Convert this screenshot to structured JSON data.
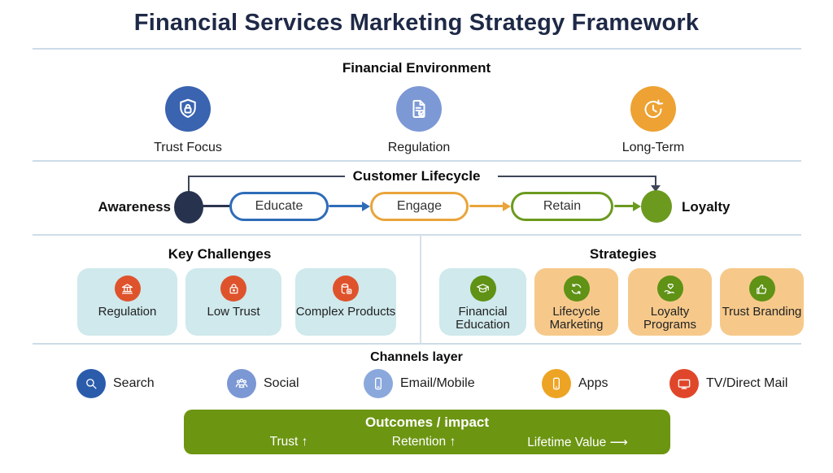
{
  "title": "Financial Services Marketing Strategy Framework",
  "palette": {
    "title_navy": "#1e2947",
    "divider": "#ccdce8",
    "blue": "#2e6cb8",
    "light_blue": "#7d99d5",
    "orange": "#eda233",
    "red_orange": "#df532c",
    "green": "#6b9a1f",
    "olive_bar": "#6c9512",
    "cyan_card": "#cfe9ec",
    "orange_card": "#f6c98b"
  },
  "environment": {
    "heading": "Financial Environment",
    "items": [
      {
        "label": "Trust Focus",
        "icon": "shield-lock-icon",
        "color": "#3a63b0"
      },
      {
        "label": "Regulation",
        "icon": "document-check-icon",
        "color": "#7d99d5"
      },
      {
        "label": "Long-Term",
        "icon": "clock-history-icon",
        "color": "#eda233"
      }
    ]
  },
  "lifecycle": {
    "heading": "Customer Lifecycle",
    "start_label": "Awareness",
    "end_label": "Loyalty",
    "stages": [
      {
        "label": "Educate",
        "color": "#2e6cb8"
      },
      {
        "label": "Engage",
        "color": "#eaa43b"
      },
      {
        "label": "Retain",
        "color": "#6b9a1f"
      }
    ]
  },
  "challenges": {
    "heading": "Key Challenges",
    "items": [
      {
        "label": "Regulation",
        "icon": "bank-icon"
      },
      {
        "label": "Low Trust",
        "icon": "lock-icon"
      },
      {
        "label": "Complex Products",
        "icon": "products-box-icon"
      }
    ]
  },
  "strategies": {
    "heading": "Strategies",
    "items": [
      {
        "label": "Financial Education",
        "icon": "graduation-cap-icon"
      },
      {
        "label": "Lifecycle Marketing",
        "icon": "refresh-icon"
      },
      {
        "label": "Loyalty Programs",
        "icon": "hand-heart-icon"
      },
      {
        "label": "Trust Branding",
        "icon": "thumbs-up-icon"
      }
    ]
  },
  "channels": {
    "heading": "Channels layer",
    "items": [
      {
        "label": "Search",
        "icon": "search-icon",
        "color": "#2b5cab"
      },
      {
        "label": "Social",
        "icon": "people-icon",
        "color": "#7b97d4"
      },
      {
        "label": "Email/Mobile",
        "icon": "mobile-icon",
        "color": "#8aa8dc"
      },
      {
        "label": "Apps",
        "icon": "app-phone-icon",
        "color": "#eda424"
      },
      {
        "label": "TV/Direct Mail",
        "icon": "tv-icon",
        "color": "#e0472a"
      }
    ]
  },
  "outcomes": {
    "heading": "Outcomes / impact",
    "items": [
      "Trust ↑",
      "Retention ↑",
      "Lifetime Value ⟶"
    ]
  }
}
